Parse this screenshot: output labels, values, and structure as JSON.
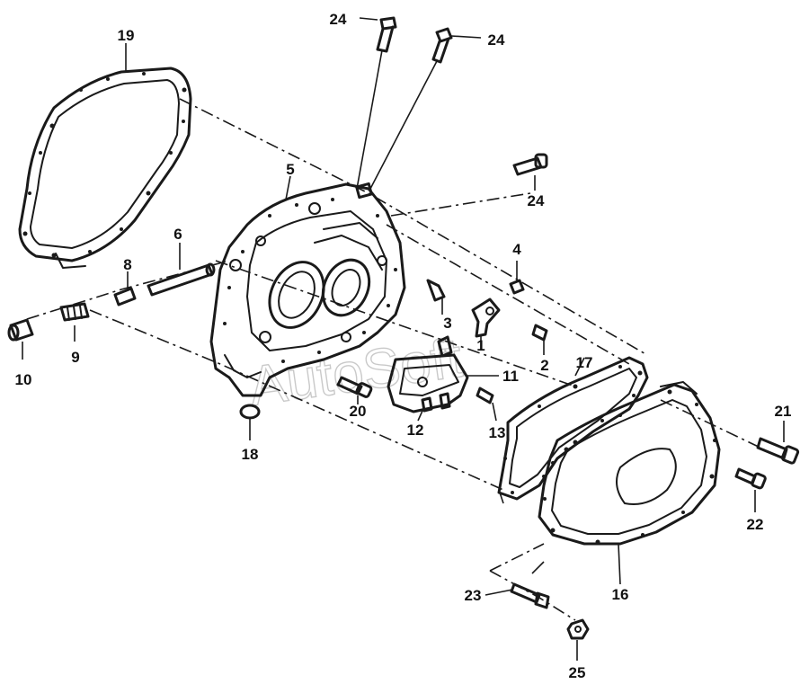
{
  "watermark": "AutoSoft",
  "callouts": [
    {
      "id": "c1",
      "text": "1"
    },
    {
      "id": "c2",
      "text": "2"
    },
    {
      "id": "c3",
      "text": "3"
    },
    {
      "id": "c4",
      "text": "4"
    },
    {
      "id": "c5",
      "text": "5"
    },
    {
      "id": "c6",
      "text": "6"
    },
    {
      "id": "c8",
      "text": "8"
    },
    {
      "id": "c9",
      "text": "9"
    },
    {
      "id": "c10",
      "text": "10"
    },
    {
      "id": "c11",
      "text": "11"
    },
    {
      "id": "c12",
      "text": "12"
    },
    {
      "id": "c13",
      "text": "13"
    },
    {
      "id": "c16",
      "text": "16"
    },
    {
      "id": "c17",
      "text": "17"
    },
    {
      "id": "c18",
      "text": "18"
    },
    {
      "id": "c19",
      "text": "19"
    },
    {
      "id": "c20",
      "text": "20"
    },
    {
      "id": "c21",
      "text": "21"
    },
    {
      "id": "c22",
      "text": "22"
    },
    {
      "id": "c23",
      "text": "23"
    },
    {
      "id": "c24a",
      "text": "24"
    },
    {
      "id": "c24b",
      "text": "24"
    },
    {
      "id": "c24c",
      "text": "24"
    },
    {
      "id": "c25",
      "text": "25"
    }
  ]
}
